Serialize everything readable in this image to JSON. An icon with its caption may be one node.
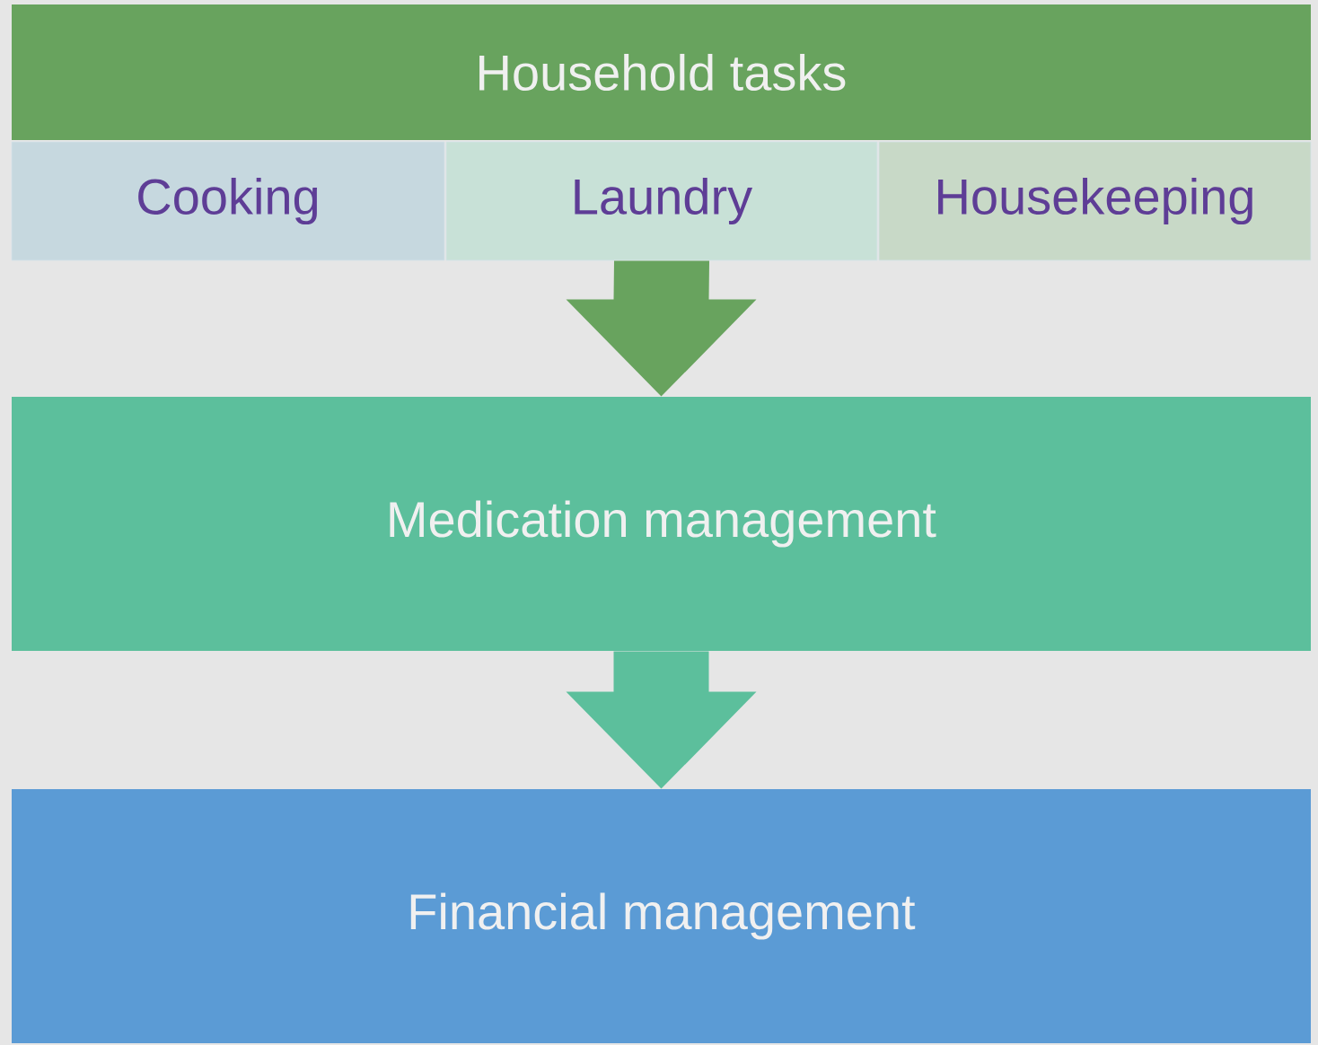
{
  "diagram": {
    "nodes": [
      {
        "text": [
          "Household tasks"
        ]
      },
      {
        "text": [
          "Cooking"
        ]
      },
      {
        "text": [
          "Laundry"
        ]
      },
      {
        "text": [
          "Housekeeping"
        ]
      },
      {
        "text": [
          "Medication management"
        ]
      },
      {
        "text": [
          "Financial management"
        ]
      }
    ],
    "edges": [
      {
        "from": 2,
        "to": 4,
        "arrow": "to",
        "style": "thick",
        "color": "#68a35e"
      },
      {
        "from": 4,
        "to": 5,
        "arrow": "to",
        "style": "thick",
        "color": "#5cbf9c"
      }
    ]
  }
}
